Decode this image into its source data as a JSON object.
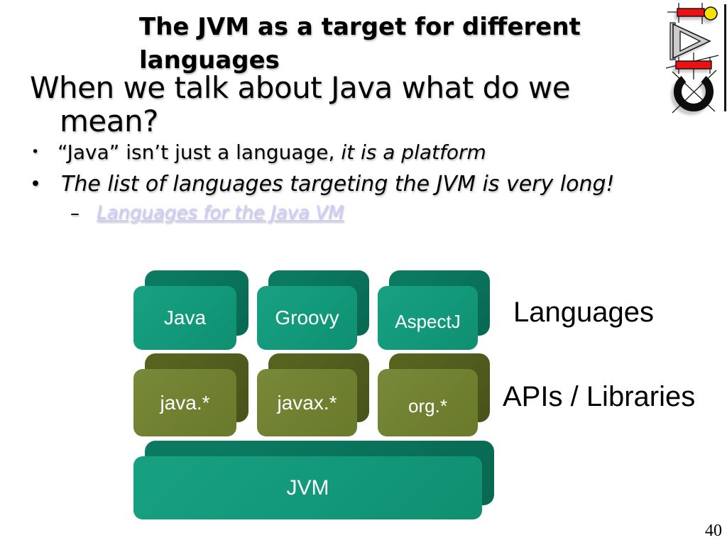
{
  "slide": {
    "title_line1": "The JVM as a target for different",
    "title_line2": "languages",
    "heading_line1": "When we talk about Java what do we",
    "heading_line2": "mean?",
    "bullet1": {
      "marker": "•",
      "text": "“Java” isn’t just a language, ",
      "text_italic": "it is a platform"
    },
    "bullet2": {
      "marker": "•",
      "text": "The list of languages targeting the JVM is very long!"
    },
    "sub_bullet": {
      "marker": "–",
      "link_text": "Languages for the Java VM"
    },
    "page_number": "40"
  },
  "diagram": {
    "languages": {
      "label": "Languages",
      "boxes": [
        "Java",
        "Groovy",
        "AspectJ"
      ]
    },
    "apis": {
      "label": "APIs / Libraries",
      "boxes": [
        "java.*",
        "javax.*",
        "org.*"
      ]
    },
    "jvm": {
      "boxes": [
        "JVM"
      ]
    }
  },
  "colors": {
    "teal_face": "#12987a",
    "teal_dark": "#0b7a61",
    "teal_darker": "#096a54",
    "olive_face": "#6f8030",
    "olive_dark": "#56631f",
    "olive_darker": "#49541b",
    "link": "#ccccff",
    "logo_red": "#ee1111",
    "logo_yellow": "#f2e400"
  }
}
